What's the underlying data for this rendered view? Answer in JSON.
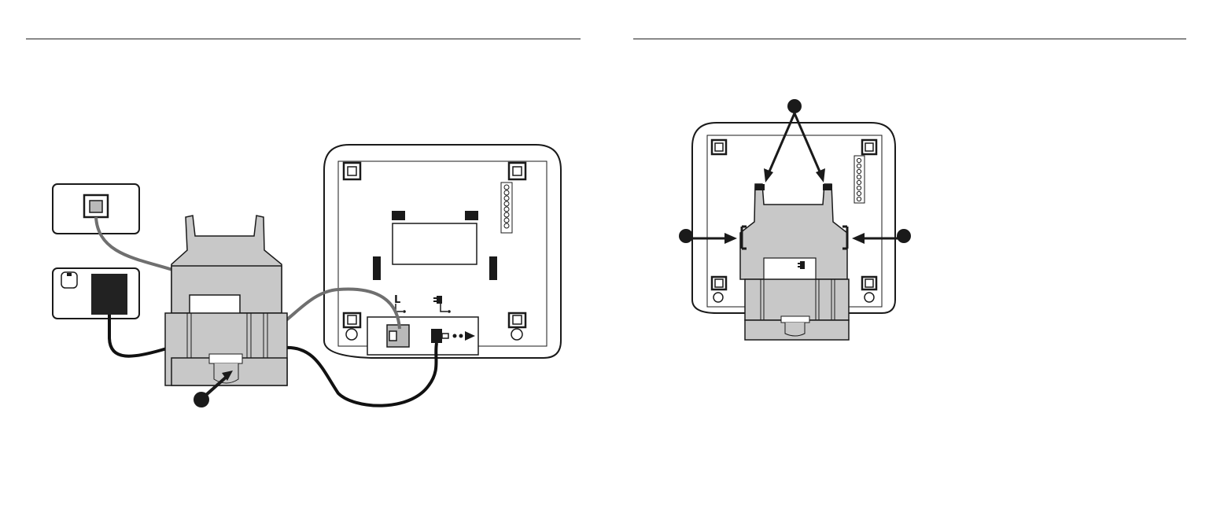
{
  "figure": {
    "type": "installation-diagram",
    "panels": [
      {
        "id": "left",
        "description_icons": [
          "telephone-wall-jack",
          "power-outlet-adapter",
          "wall-mount-bracket",
          "telephone-base-underside"
        ]
      },
      {
        "id": "right",
        "description_icons": [
          "telephone-base-underside",
          "wall-mount-bracket-attached"
        ]
      }
    ],
    "base_labels": {
      "line_symbol": "L",
      "power_symbol": "⏚"
    },
    "colors": {
      "line_stroke": "#1a1a1a",
      "bracket_fill": "#c8c8c8",
      "phone_cord": "#6f6f6f",
      "power_cord": "#111111",
      "adapter_fill": "#222222",
      "base_fill": "#ffffff"
    }
  }
}
